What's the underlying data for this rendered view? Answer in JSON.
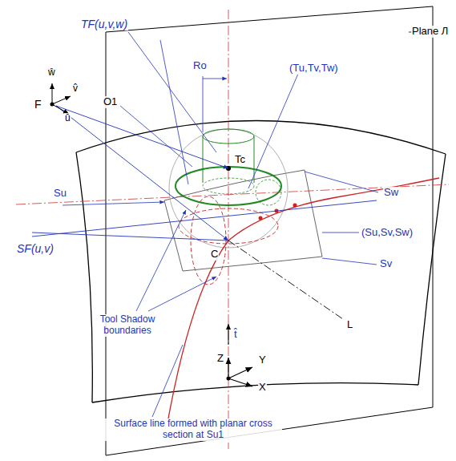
{
  "diagram": {
    "labels": [
      "Plane Л",
      "TF(u,v,w)",
      "Ro",
      "(Tu,Tv,Tw)",
      "O1",
      "Tc",
      "F",
      "ŵ",
      "v̂",
      "û",
      "Su",
      "Sw",
      "(Su,Sv,Sw)",
      "SF(u,v)",
      "C",
      "Sv",
      "Tool Shadow boundaries",
      "L",
      "t̂",
      "Surface line formed with planar cross section at Su1",
      "Z",
      "Y",
      "X"
    ]
  }
}
